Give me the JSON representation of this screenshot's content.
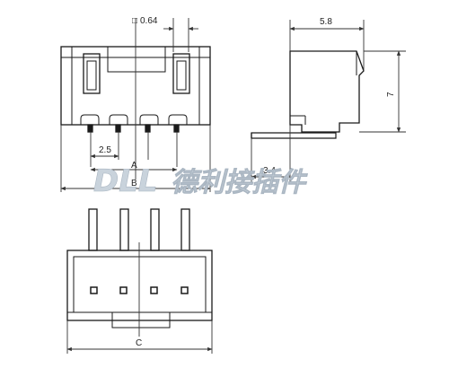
{
  "dimensions": {
    "pin_square": "0.64",
    "square_symbol": "□",
    "depth": "5.8",
    "height": "7",
    "pitch": "2.5",
    "label_a": "A",
    "label_b": "B",
    "tail_length": "3.4",
    "label_c": "C"
  },
  "watermark": {
    "brand": "DLL",
    "company": "德利接插件"
  },
  "colors": {
    "line": "#1a1a1a",
    "dim_line": "#333333",
    "watermark": "#c9d3dc"
  }
}
